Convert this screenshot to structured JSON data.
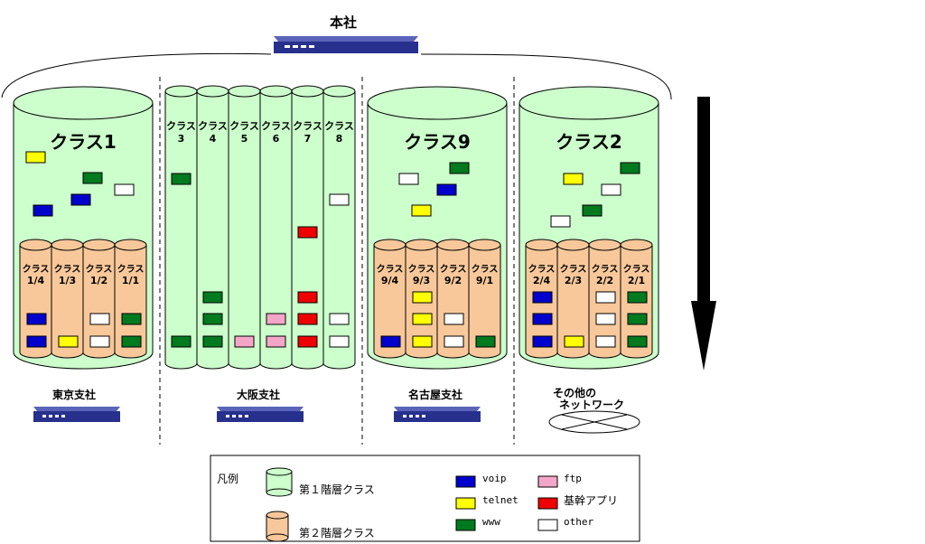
{
  "hq": {
    "label": "本社"
  },
  "branches": [
    {
      "id": "tokyo",
      "label": "東京支社"
    },
    {
      "id": "osaka",
      "label": "大阪支社"
    },
    {
      "id": "nagoya",
      "label": "名古屋支社"
    },
    {
      "id": "other",
      "label_line1": "その他の",
      "label_line2": "ネットワーク"
    }
  ],
  "class_labels": {
    "tokyo_main": "クラス1",
    "nagoya_main": "クラス9",
    "other_main": "クラス2",
    "class_prefix": "クラス",
    "osaka_cols": [
      "3",
      "4",
      "5",
      "6",
      "7",
      "8"
    ],
    "tokyo_sub": [
      "1/4",
      "1/3",
      "1/2",
      "1/1"
    ],
    "nagoya_sub": [
      "9/4",
      "9/3",
      "9/2",
      "9/1"
    ],
    "other_sub": [
      "2/4",
      "2/3",
      "2/2",
      "2/1"
    ]
  },
  "legend": {
    "title": "凡例",
    "level1": "第１階層クラス",
    "level2": "第２階層クラス",
    "items": [
      {
        "key": "voip",
        "label": "voip",
        "color": "#0000cc"
      },
      {
        "key": "telnet",
        "label": "telnet",
        "color": "#ffff00"
      },
      {
        "key": "www",
        "label": "www",
        "color": "#007a1f"
      },
      {
        "key": "ftp",
        "label": "ftp",
        "color": "#f4a6c8"
      },
      {
        "key": "core",
        "label": "基幹アプリ",
        "color": "#ee0000"
      },
      {
        "key": "other",
        "label": "other",
        "color": "#ffffff"
      }
    ]
  },
  "colors": {
    "level1_fill": "#ccffcc",
    "level2_fill": "#f8c89a",
    "device": "#27308c"
  }
}
